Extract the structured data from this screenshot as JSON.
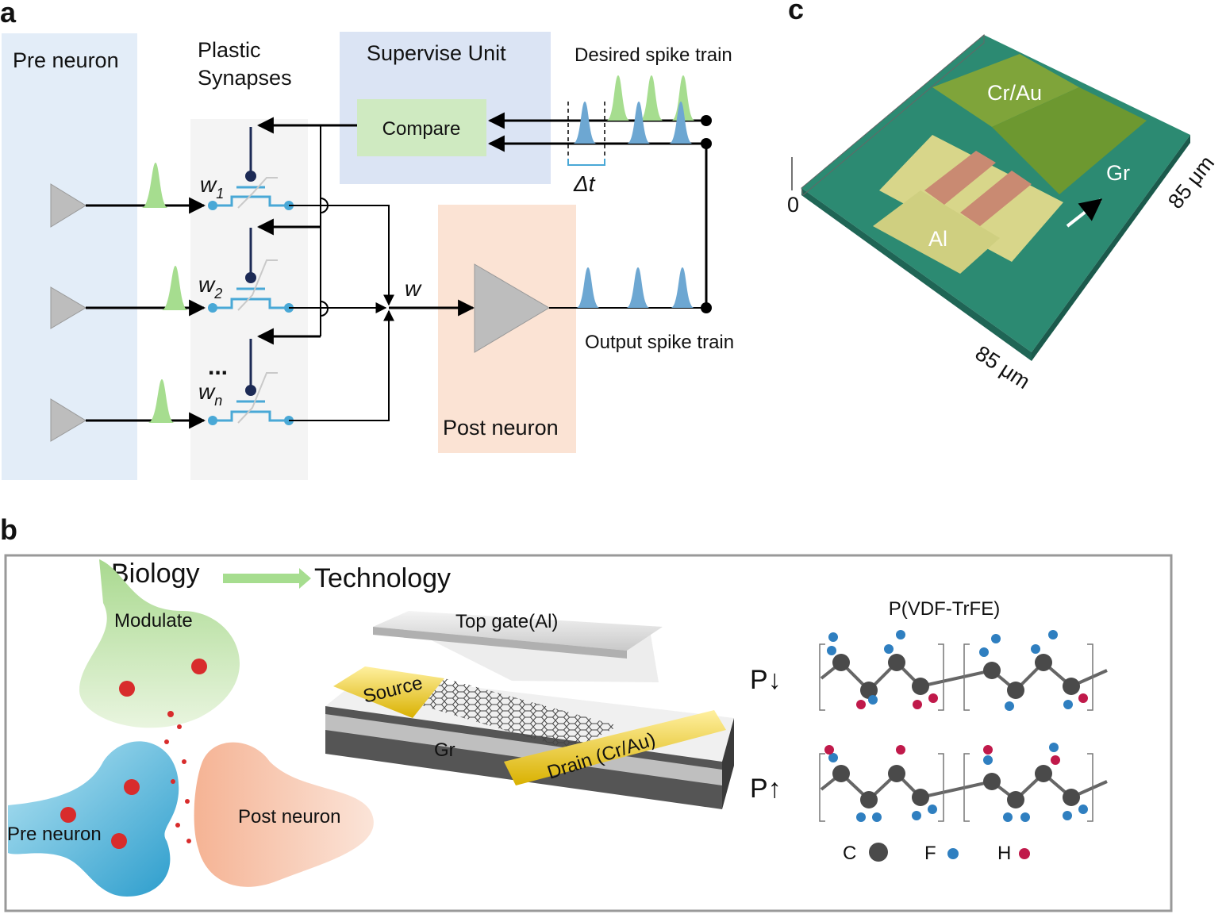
{
  "panel_a": {
    "letter": "a",
    "pre_neuron": "Pre neuron",
    "plastic_synapses_line1": "Plastic",
    "plastic_synapses_line2": "Synapses",
    "supervise_unit": "Supervise Unit",
    "compare": "Compare",
    "desired_spike_train": "Desired spike train",
    "delta_t": "Δt",
    "weights": [
      {
        "w": "w",
        "sub": "1"
      },
      {
        "w": "w",
        "sub": "2"
      },
      {
        "w": "w",
        "sub": "n"
      }
    ],
    "ellipsis": "...",
    "sum_weight": "w",
    "post_neuron": "Post neuron",
    "output_spike_train": "Output spike train",
    "colors": {
      "pre": "#e3edf8",
      "supervise": "#dbe4f4",
      "compare": "#cfeac1",
      "post": "#fbe3d4",
      "synapse_wire": "#49a8d6",
      "gate": "#1c2a55",
      "spike_blue": "#6da7d2",
      "spike_green": "#8fd07a"
    }
  },
  "panel_b": {
    "letter": "b",
    "biology": "Biology",
    "technology": "Technology",
    "modulate": "Modulate",
    "pre_neuron": "Pre neuron",
    "post_neuron": "Post neuron",
    "top_gate": "Top gate(Al)",
    "source": "Source",
    "drain": "Drain (Cr/Au)",
    "gr": "Gr",
    "polymer": "P(VDF-TrFE)",
    "p_down": "P↓",
    "p_up": "P↑",
    "legend": [
      {
        "symbol": "C",
        "color": "#4a4a4a"
      },
      {
        "symbol": "F",
        "color": "#2f7fc0"
      },
      {
        "symbol": "H",
        "color": "#c0194a"
      }
    ]
  },
  "panel_c": {
    "letter": "c",
    "cr_au": "Cr/Au",
    "gr": "Gr",
    "al": "Al",
    "zero": "0",
    "dim_right": "85 μm",
    "dim_bottom": "85 μm"
  }
}
